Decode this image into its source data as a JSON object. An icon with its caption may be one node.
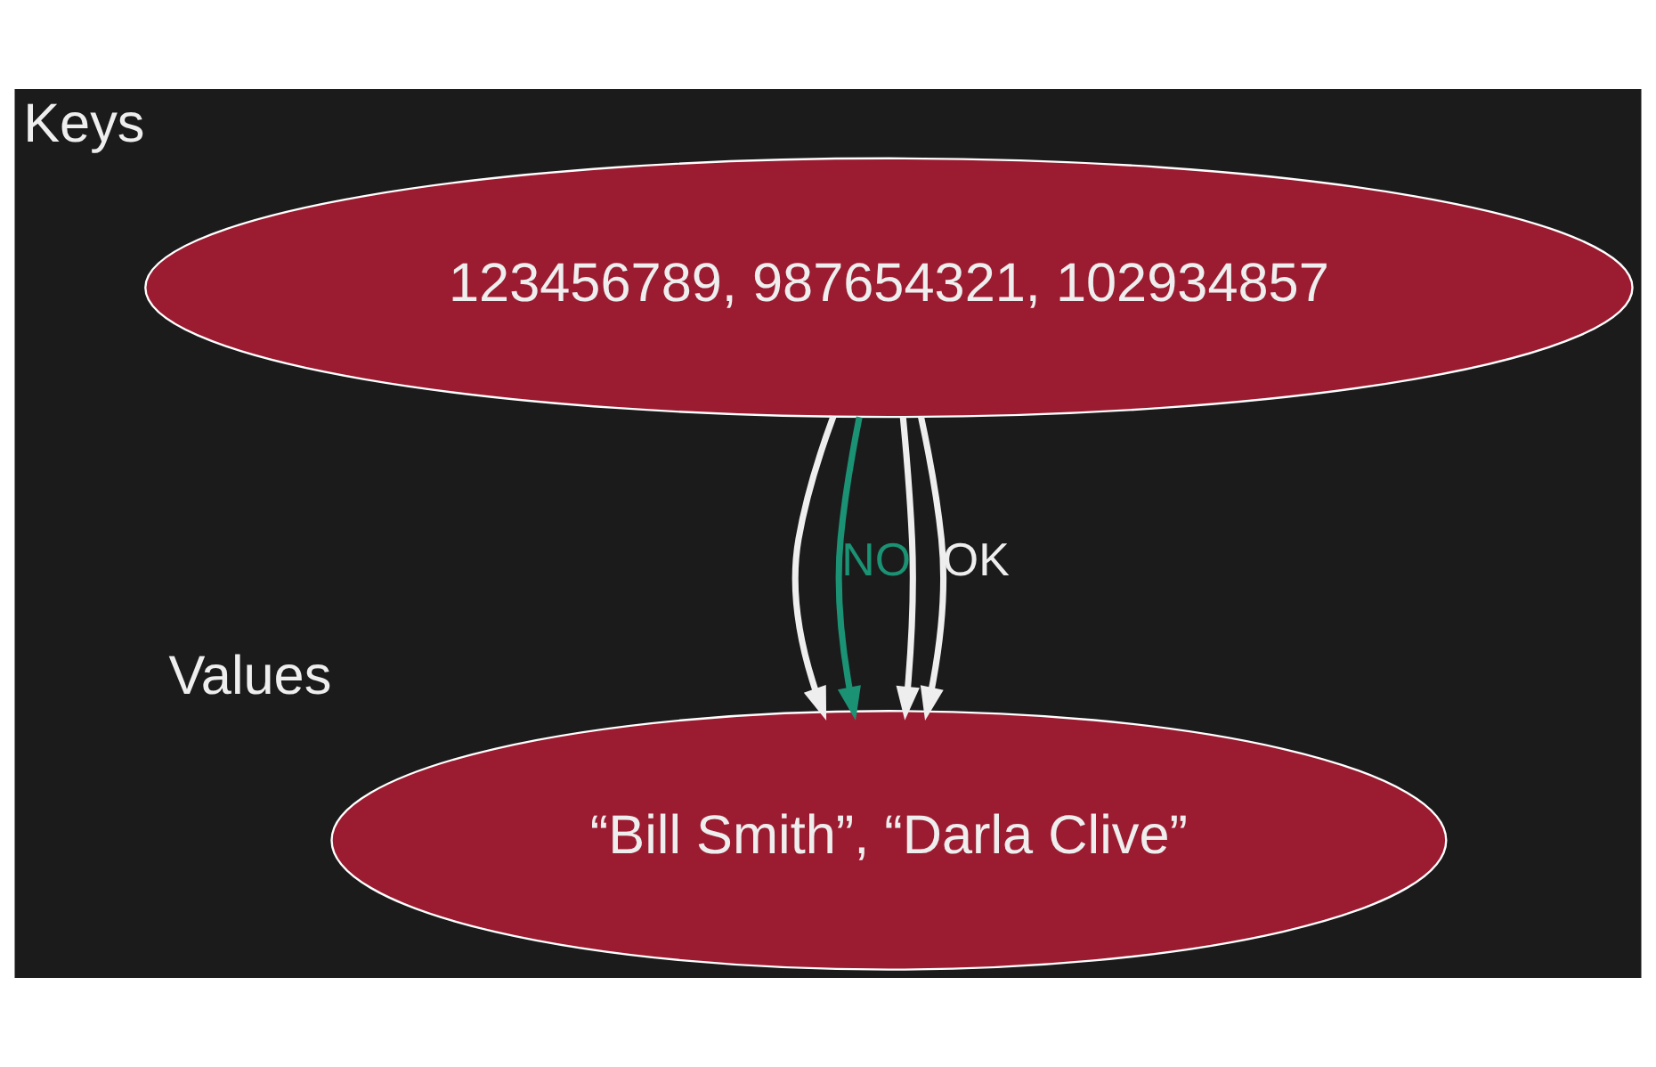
{
  "diagram": {
    "nodes": [
      {
        "text": [
          "123456789, 987654321, 102934857"
        ],
        "beside": [
          "Keys"
        ]
      },
      {
        "text": [
          "“Bill Smith”, “Darla Clive”"
        ],
        "beside": [
          "Values"
        ]
      }
    ],
    "edges": [
      {
        "from": 0,
        "to": 1,
        "arrow": "to"
      },
      {
        "from": 0,
        "to": 1,
        "arrow": "to",
        "label": "NO",
        "color": "#1a9273"
      },
      {
        "from": 0,
        "to": 1,
        "arrow": "to"
      },
      {
        "from": 0,
        "to": 1,
        "arrow": "to",
        "label": "OK"
      }
    ]
  }
}
